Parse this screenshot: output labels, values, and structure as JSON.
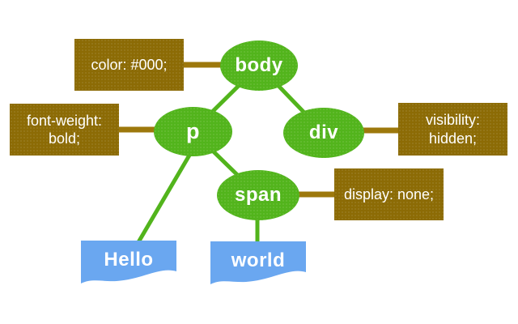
{
  "diagram": {
    "type": "dom-tree-with-css-rules",
    "nodes": [
      {
        "id": "body",
        "label": "body"
      },
      {
        "id": "p",
        "label": "p"
      },
      {
        "id": "div",
        "label": "div"
      },
      {
        "id": "span",
        "label": "span"
      }
    ],
    "rules": [
      {
        "target": "body",
        "lines": [
          "color: #000;"
        ]
      },
      {
        "target": "p",
        "lines": [
          "font-weight:",
          "bold;"
        ]
      },
      {
        "target": "div",
        "lines": [
          "visibility:",
          "hidden;"
        ]
      },
      {
        "target": "span",
        "lines": [
          "display: none;"
        ]
      }
    ],
    "text_nodes": [
      {
        "parent": "p",
        "label": "Hello"
      },
      {
        "parent": "span",
        "label": "world"
      }
    ],
    "edges": [
      {
        "from": "body",
        "to": "p"
      },
      {
        "from": "body",
        "to": "div"
      },
      {
        "from": "p",
        "to": "span"
      },
      {
        "from": "p",
        "to": "Hello"
      },
      {
        "from": "span",
        "to": "world"
      }
    ],
    "colors": {
      "node_green": "#52b41c",
      "rule_brown": "#8c6b05",
      "rule_connector_brown": "#9d780c",
      "text_node_blue": "#6aa7f0",
      "label_text": "#ffffff",
      "background": "#ffffff"
    }
  }
}
